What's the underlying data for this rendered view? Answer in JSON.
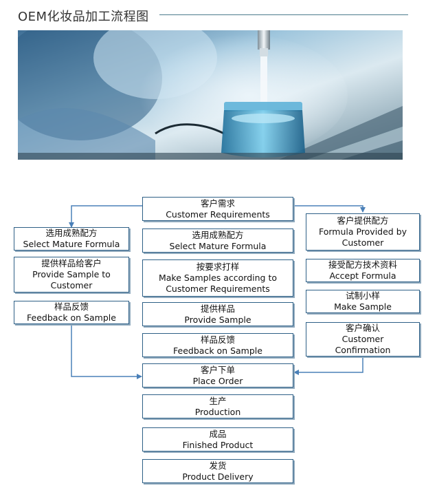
{
  "title": "OEM化妆品加工流程图",
  "colors": {
    "border": "#2d5f86",
    "arrow": "#4a80b8",
    "title_rule": "#4b7a8c"
  },
  "hero_image": {
    "icon": "cosmetic-bottle-filling-photo"
  },
  "center": {
    "customer_requirements": {
      "zh": "客户需求",
      "en": "Customer Requirements"
    },
    "select_mature_formula": {
      "zh": "选用成熟配方",
      "en": "Select Mature Formula"
    },
    "make_samples": {
      "zh": "按要求打样",
      "en": "Make Samples according to Customer Requirements"
    },
    "provide_sample": {
      "zh": "提供样品",
      "en": "Provide Sample"
    },
    "feedback": {
      "zh": "样品反馈",
      "en": "Feedback on Sample"
    },
    "place_order": {
      "zh": "客户下单",
      "en": "Place Order"
    },
    "production": {
      "zh": "生产",
      "en": "Production"
    },
    "finished_product": {
      "zh": "成品",
      "en": "Finished Product"
    },
    "delivery": {
      "zh": "发货",
      "en": "Product Delivery"
    }
  },
  "left": {
    "select_mature_formula": {
      "zh": "选用成熟配方",
      "en": "Select Mature Formula"
    },
    "provide_sample": {
      "zh": "提供样品给客户",
      "en": "Provide Sample to Customer"
    },
    "feedback": {
      "zh": "样品反馈",
      "en": "Feedback on Sample"
    }
  },
  "right": {
    "formula_provided": {
      "zh": "客户提供配方",
      "en": "Formula Provided by Customer"
    },
    "accept_formula": {
      "zh": "接受配方技术资料",
      "en": "Accept Formula"
    },
    "make_sample": {
      "zh": "试制小样",
      "en": "Make Sample"
    },
    "confirmation": {
      "zh": "客户确认",
      "en": "Customer Confirmation"
    }
  }
}
